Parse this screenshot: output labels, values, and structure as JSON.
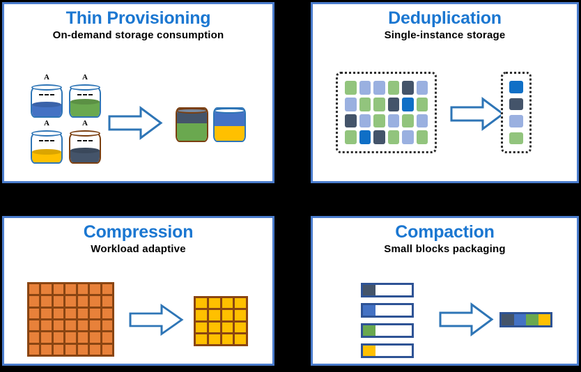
{
  "colors": {
    "panel_border": "#4a7ccd",
    "title_blue": "#1b77d1",
    "subtitle_black": "#000000",
    "arrow_outline": "#2e75b6",
    "background": "#000000",
    "green": "#92c47d",
    "light_blue": "#9ab0e0",
    "dark_slate": "#44546a",
    "vivid_blue": "#0f6fc6",
    "orange": "#e8813a",
    "orange_border": "#8a4512",
    "yellow": "#ffc000",
    "bar_border": "#2e5395",
    "bar_blue": "#4472c4",
    "bar_green": "#6aa84f",
    "brown": "#7b3f10"
  },
  "panels": [
    {
      "id": "thin-provisioning",
      "title": "Thin Provisioning",
      "subtitle": "On-demand storage consumption",
      "arrow_label": "right-arrow",
      "source_cylinders": [
        {
          "label": "A",
          "fill": "#4472c4",
          "fill_pct": 42,
          "outline": "#2e75b6"
        },
        {
          "label": "A",
          "fill": "#6aa84f",
          "fill_pct": 52,
          "outline": "#2e75b6"
        },
        {
          "label": "A",
          "fill": "#ffc000",
          "fill_pct": 38,
          "outline": "#2e75b6"
        },
        {
          "label": "A",
          "fill": "#44546a",
          "fill_pct": 42,
          "outline": "#7b3f10"
        }
      ],
      "result_cylinders": [
        {
          "segments": [
            {
              "color": "#44546a",
              "pct": 46
            },
            {
              "color": "#6aa84f",
              "pct": 54
            }
          ],
          "outline": "#7b3f10"
        },
        {
          "segments": [
            {
              "color": "#4472c4",
              "pct": 55
            },
            {
              "color": "#ffc000",
              "pct": 45
            }
          ],
          "outline": "#2e75b6"
        }
      ]
    },
    {
      "id": "deduplication",
      "title": "Deduplication",
      "subtitle": "Single-instance storage",
      "arrow_label": "right-arrow",
      "grid_cols": 6,
      "grid_rows": 4,
      "grid_cells": [
        "#92c47d",
        "#9ab0e0",
        "#9ab0e0",
        "#92c47d",
        "#44546a",
        "#9ab0e0",
        "#9ab0e0",
        "#92c47d",
        "#92c47d",
        "#44546a",
        "#0f6fc6",
        "#92c47d",
        "#44546a",
        "#9ab0e0",
        "#92c47d",
        "#9ab0e0",
        "#92c47d",
        "#9ab0e0",
        "#92c47d",
        "#0f6fc6",
        "#44546a",
        "#92c47d",
        "#9ab0e0",
        "#92c47d"
      ],
      "result_cells": [
        "#0f6fc6",
        "#44546a",
        "#9ab0e0",
        "#92c47d"
      ]
    },
    {
      "id": "compression",
      "title": "Compression",
      "subtitle": "Workload adaptive",
      "arrow_label": "right-arrow",
      "source_grid": {
        "cols": 7,
        "rows": 6,
        "color": "#e8813a"
      },
      "result_grid": {
        "cols": 4,
        "rows": 4,
        "color": "#ffc000"
      }
    },
    {
      "id": "compaction",
      "title": "Compaction",
      "subtitle": "Small blocks packaging",
      "arrow_label": "right-arrow",
      "bars": [
        {
          "color": "#44546a",
          "fill_pct": 25
        },
        {
          "color": "#4472c4",
          "fill_pct": 25
        },
        {
          "color": "#6aa84f",
          "fill_pct": 25
        },
        {
          "color": "#ffc000",
          "fill_pct": 25
        }
      ],
      "packed_bar": [
        {
          "color": "#44546a",
          "pct": 25
        },
        {
          "color": "#4472c4",
          "pct": 25
        },
        {
          "color": "#6aa84f",
          "pct": 25
        },
        {
          "color": "#ffc000",
          "pct": 25
        }
      ]
    }
  ]
}
